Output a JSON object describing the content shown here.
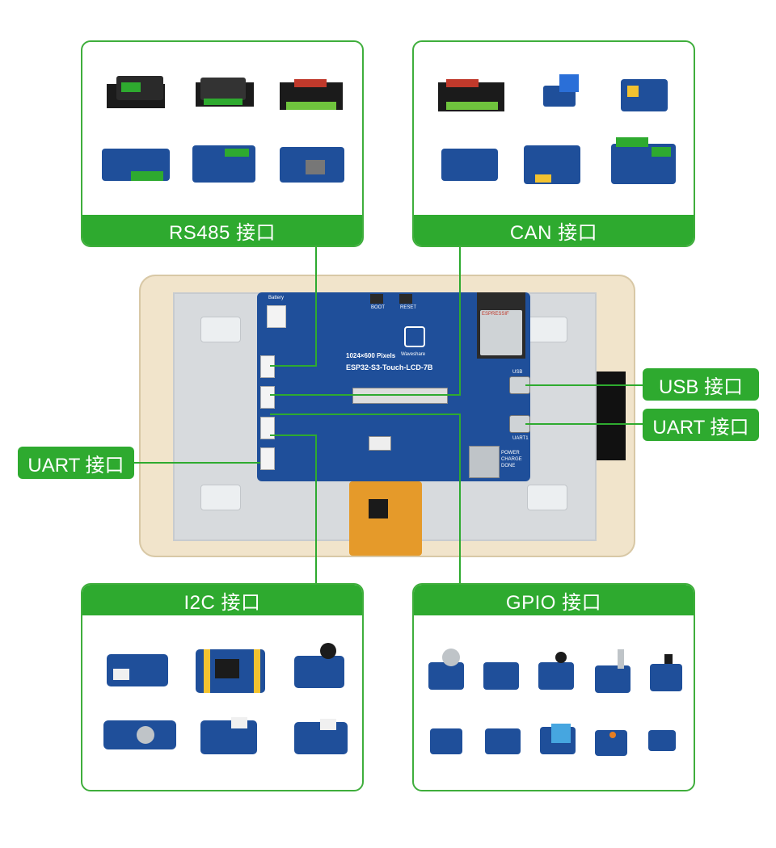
{
  "panels": {
    "rs485": {
      "label": "RS485 接口"
    },
    "can": {
      "label": "CAN 接口"
    },
    "i2c": {
      "label": "I2C 接口"
    },
    "gpio": {
      "label": "GPIO 接口"
    }
  },
  "callouts": {
    "usb": "USB 接口",
    "uart_right": "UART 接口",
    "uart_left": "UART 接口"
  },
  "board": {
    "model": "ESP32-S3-Touch-LCD-7B",
    "resolution": "1024×600 Pixels",
    "brand": "Waveshare",
    "chip_brand": "ESPRESSIF",
    "battery_label": "Battery",
    "boot_label": "BOOT",
    "reset_label": "RESET",
    "usb_port_label": "USB",
    "uart_port_label": "UART1",
    "power_label": "POWER",
    "charge_label": "CHARGE",
    "done_label": "DONE"
  },
  "colors": {
    "accent": "#2eaa2f",
    "pcb": "#1f4f9a",
    "frame": "#efe2c8",
    "screen": "#d7dadd"
  }
}
